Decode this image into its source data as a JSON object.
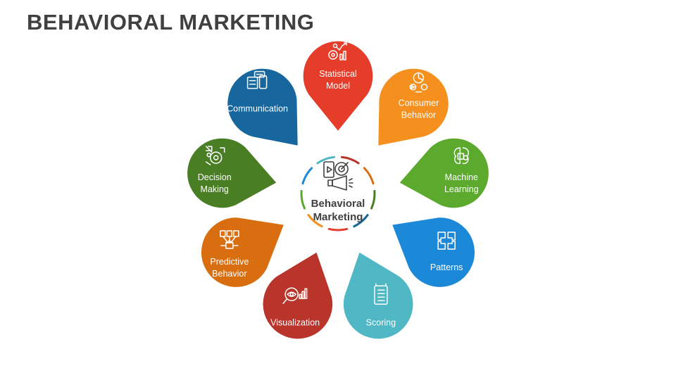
{
  "title": "BEHAVIORAL MARKETING",
  "center": {
    "line1": "Behavioral",
    "line2": "Marketing",
    "icon": "marketing-megaphone-icon"
  },
  "petals": [
    {
      "id": "statistical-model",
      "line1": "Statistical",
      "line2": "Model",
      "color": "#E63D2A",
      "icon": "statistics-chart-icon"
    },
    {
      "id": "consumer-behavior",
      "line1": "Consumer",
      "line2": "Behavior",
      "color": "#F5901E",
      "icon": "consumer-analysis-icon"
    },
    {
      "id": "machine-learning",
      "line1": "Machine",
      "line2": "Learning",
      "color": "#5BAA2E",
      "icon": "brain-chip-icon"
    },
    {
      "id": "patterns",
      "line1": "Patterns",
      "line2": "",
      "color": "#1B88D8",
      "icon": "pattern-icon"
    },
    {
      "id": "scoring",
      "line1": "Scoring",
      "line2": "",
      "color": "#4FB8C4",
      "icon": "scoring-list-icon"
    },
    {
      "id": "visualization",
      "line1": "Visualization",
      "line2": "",
      "color": "#B9342A",
      "icon": "visualization-eye-icon"
    },
    {
      "id": "predictive-behavior",
      "line1": "Predictive",
      "line2": "Behavior",
      "color": "#D96E10",
      "icon": "prediction-network-icon"
    },
    {
      "id": "decision-making",
      "line1": "Decision",
      "line2": "Making",
      "color": "#4A7E25",
      "icon": "decision-arrows-icon"
    },
    {
      "id": "communication",
      "line1": "Communication",
      "line2": "",
      "color": "#17679E",
      "icon": "communication-devices-icon"
    }
  ]
}
